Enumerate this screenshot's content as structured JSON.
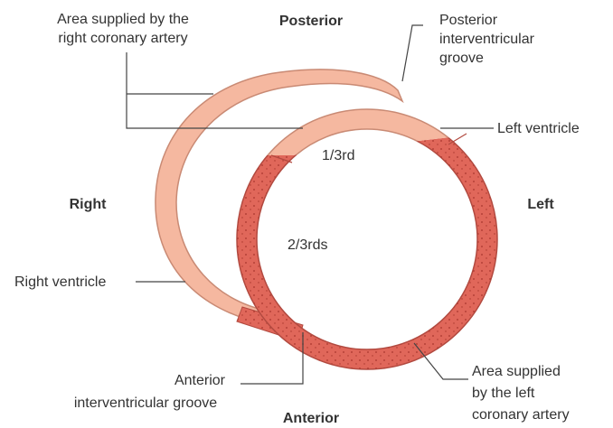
{
  "orientation": {
    "posterior": "Posterior",
    "anterior": "Anterior",
    "right": "Right",
    "left": "Left"
  },
  "labels": {
    "area_right_coronary_line1": "Area supplied by the",
    "area_right_coronary_line2": "right coronary artery",
    "posterior_groove_line1": "Posterior",
    "posterior_groove_line2": "interventricular",
    "posterior_groove_line3": "groove",
    "left_ventricle": "Left ventricle",
    "right_ventricle": "Right ventricle",
    "anterior_groove_line1": "Anterior",
    "anterior_groove_line2": "interventricular groove",
    "area_left_coronary_line1": "Area supplied",
    "area_left_coronary_line2": "by the left",
    "area_left_coronary_line3": "coronary artery",
    "one_third": "1/3rd",
    "two_thirds": "2/3rds"
  },
  "colors": {
    "right_coronary_area": "#f5b8a0",
    "right_coronary_area_stroke": "#c98a74",
    "left_coronary_area": "#e0675a",
    "left_coronary_area_stroke": "#b24a40",
    "stipple": "#a8362c"
  }
}
